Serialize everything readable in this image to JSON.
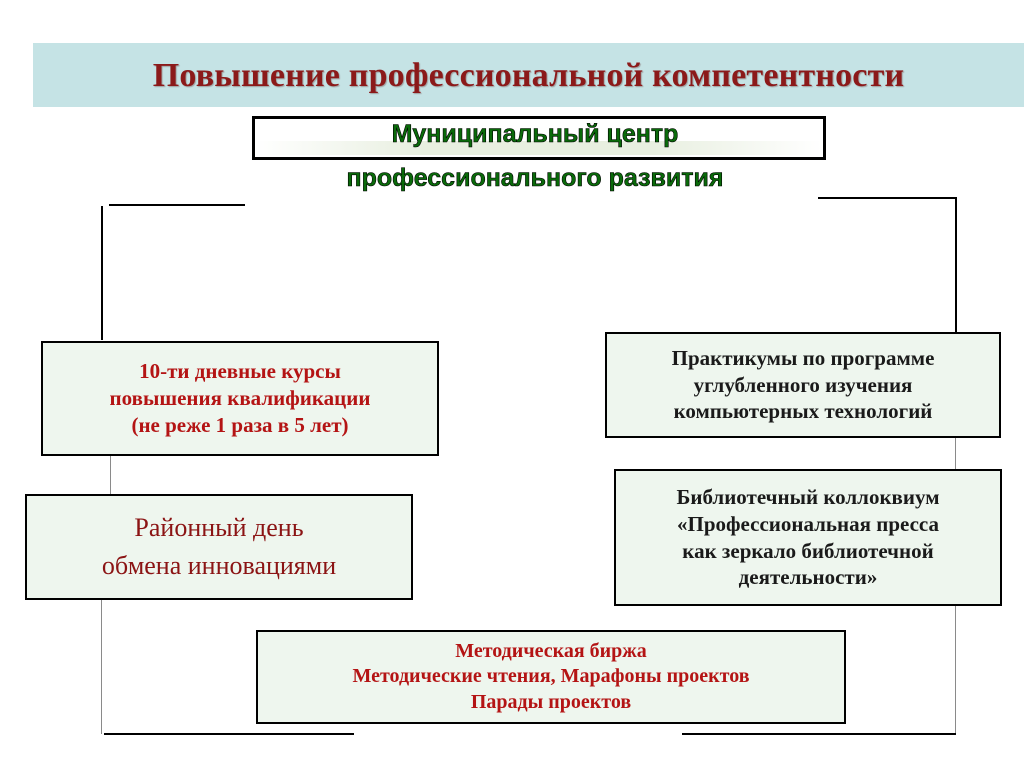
{
  "title": "Повышение профессиональной компетентности",
  "center": {
    "line1": "Муниципальный центр",
    "line2": "профессионального развития"
  },
  "boxes": {
    "courses": [
      "10-ти дневные курсы",
      "повышения квалификации",
      "(не реже 1 раза в 5 лет)"
    ],
    "district_day": [
      "Районный день",
      "обмена инновациями"
    ],
    "workshops": [
      "Практикумы по программе",
      "углубленного изучения",
      "компьютерных технологий"
    ],
    "library": [
      "Библиотечный коллоквиум",
      "«Профессиональная пресса",
      "как зеркало библиотечной",
      "деятельности»"
    ],
    "methodical": [
      "Методическая биржа",
      "Методические чтения, Марафоны проектов",
      "Парады проектов"
    ]
  },
  "colors": {
    "title_band": "#c5e3e5",
    "title_text": "#8b1a1a",
    "center_text": "#0a6a0a",
    "box_fill": "#eef6ee",
    "accent_red": "#b41414"
  }
}
